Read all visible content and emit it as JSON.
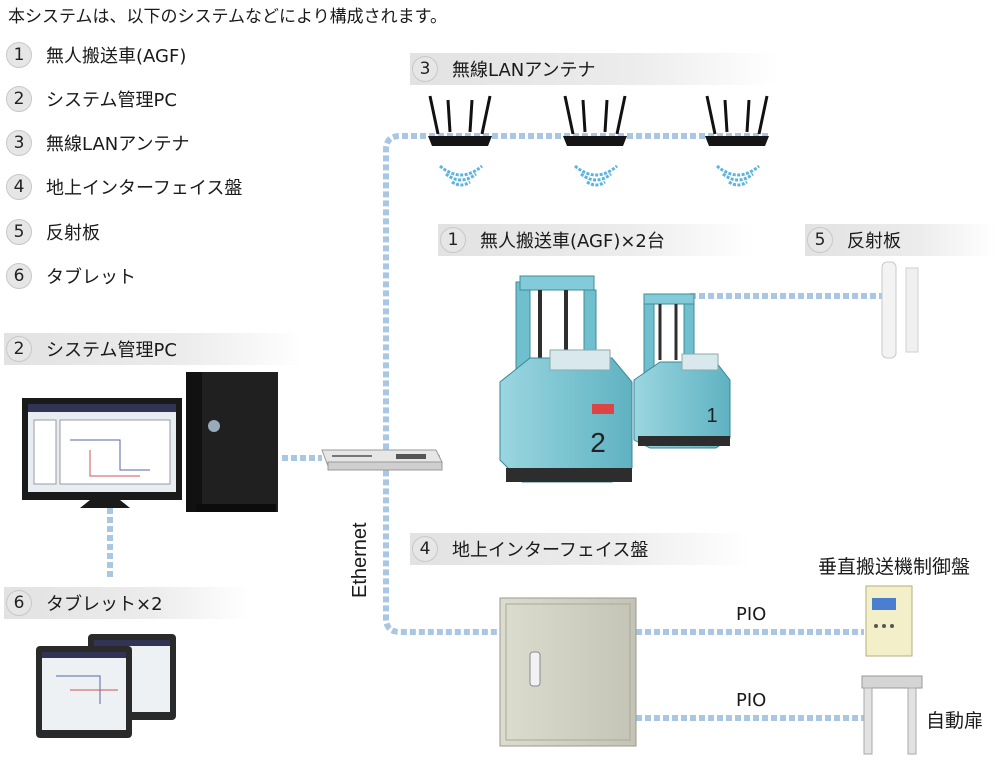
{
  "intro": "本システムは、以下のシステムなどにより構成されます。",
  "legend": [
    {
      "num": "1",
      "label": "無人搬送車(AGF)"
    },
    {
      "num": "2",
      "label": "システム管理PC"
    },
    {
      "num": "3",
      "label": "無線LANアンテナ"
    },
    {
      "num": "4",
      "label": "地上インターフェイス盤"
    },
    {
      "num": "5",
      "label": "反射板"
    },
    {
      "num": "6",
      "label": "タブレット"
    }
  ],
  "tags": {
    "antenna": {
      "num": "3",
      "label": "無線LANアンテナ"
    },
    "agf": {
      "num": "1",
      "label": "無人搬送車(AGF)×2台"
    },
    "reflector": {
      "num": "5",
      "label": "反射板"
    },
    "pc": {
      "num": "2",
      "label": "システム管理PC"
    },
    "interface": {
      "num": "4",
      "label": "地上インターフェイス盤"
    },
    "tablet": {
      "num": "6",
      "label": "タブレット×2"
    }
  },
  "labels": {
    "ethernet": "Ethernet",
    "pio1": "PIO",
    "pio2": "PIO",
    "lift_panel": "垂直搬送機制御盤",
    "auto_door": "自動扉",
    "agf_number_2": "2",
    "agf_number_1": "1"
  },
  "colors": {
    "link": "#a9c6e3",
    "agf_body": "#7fc6d3",
    "wifi": "#5ab4e0",
    "tag_bg": "#e4e4e4"
  },
  "icons": [
    "router-icon",
    "wifi-waves-icon",
    "forklift-agf-icon",
    "reflector-pole-icon",
    "desktop-tower-icon",
    "monitor-icon",
    "switch-hub-icon",
    "control-cabinet-icon",
    "lift-panel-icon",
    "automatic-door-icon",
    "tablet-icon"
  ]
}
